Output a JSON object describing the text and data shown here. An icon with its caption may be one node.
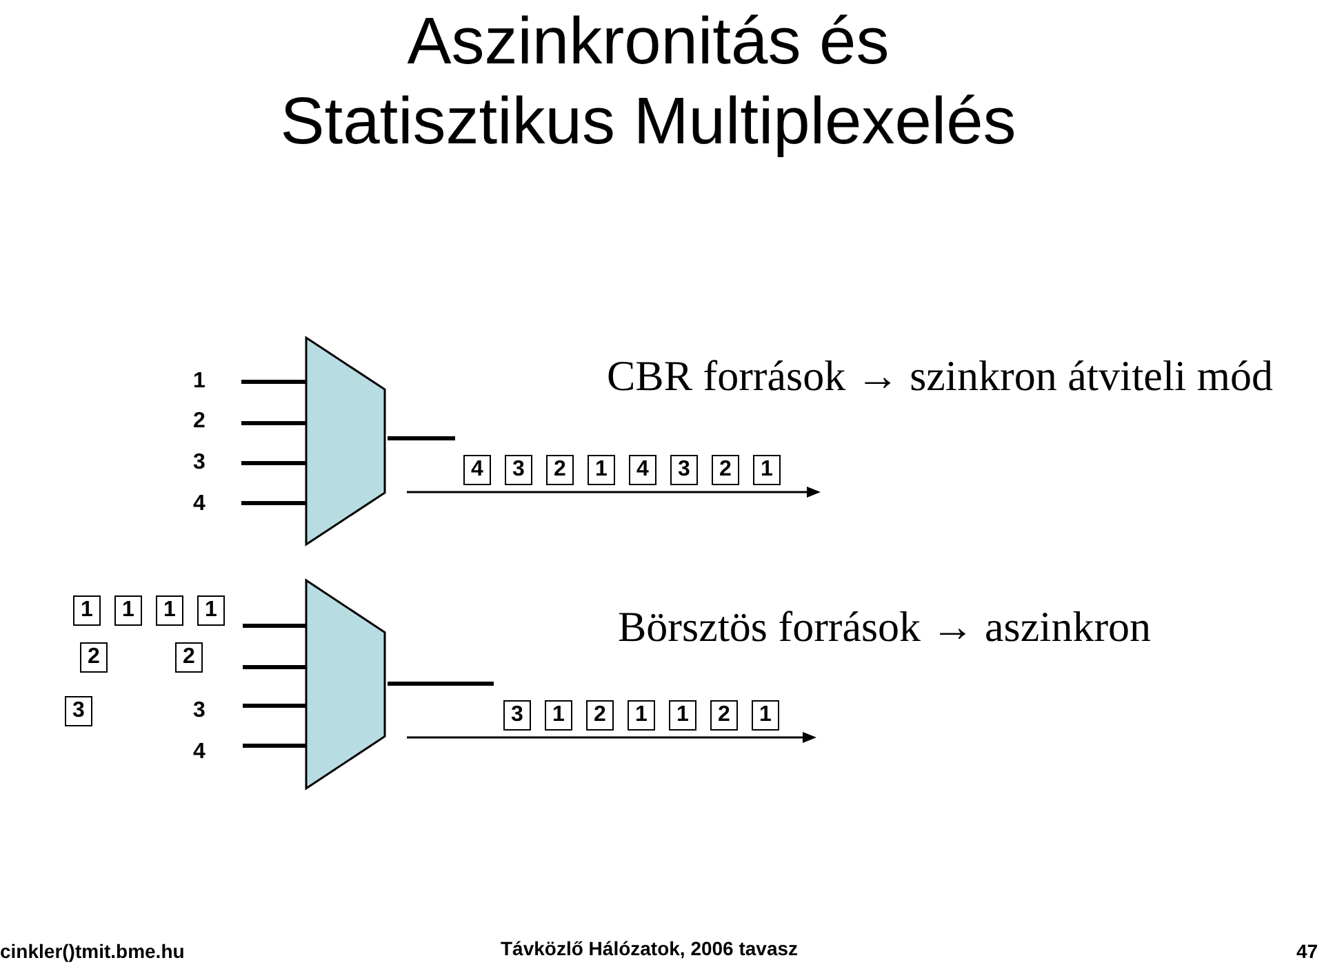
{
  "diagram": {
    "title": "Aszinkronitás és Statisztikus Multiplexelés",
    "nodes": [
      {
        "text": [],
        "shape": "trapezoid"
      },
      {
        "text": [
          "4"
        ]
      },
      {
        "text": [
          "3"
        ]
      },
      {
        "text": [
          "2"
        ]
      },
      {
        "text": [
          "1"
        ]
      },
      {
        "text": [
          "4"
        ]
      },
      {
        "text": [
          "3"
        ]
      },
      {
        "text": [
          "2"
        ]
      },
      {
        "text": [
          "1"
        ]
      },
      {
        "text": [
          "1"
        ]
      },
      {
        "text": [
          "1"
        ]
      },
      {
        "text": [
          "1"
        ]
      },
      {
        "text": [
          "1"
        ]
      },
      {
        "text": [
          "2"
        ]
      },
      {
        "text": [
          "2"
        ]
      },
      {
        "text": [
          "3"
        ]
      },
      {
        "text": [],
        "shape": "trapezoid"
      },
      {
        "text": [
          "3"
        ]
      },
      {
        "text": [
          "1"
        ]
      },
      {
        "text": [
          "2"
        ]
      },
      {
        "text": [
          "1"
        ]
      },
      {
        "text": [
          "1"
        ]
      },
      {
        "text": [
          "2"
        ]
      },
      {
        "text": [
          "1"
        ]
      }
    ],
    "edges": [
      {
        "from": null,
        "to": 0,
        "arrow": "none"
      },
      {
        "from": null,
        "to": 0,
        "arrow": "none"
      },
      {
        "from": null,
        "to": 0,
        "arrow": "none"
      },
      {
        "from": null,
        "to": 0,
        "arrow": "none"
      },
      {
        "from": 0,
        "to": null,
        "arrow": "none"
      },
      {
        "from": null,
        "to": 16,
        "arrow": "none"
      },
      {
        "from": null,
        "to": 16,
        "arrow": "none"
      },
      {
        "from": null,
        "to": 16,
        "arrow": "none"
      },
      {
        "from": null,
        "to": 16,
        "arrow": "none"
      },
      {
        "from": 16,
        "to": null,
        "arrow": "none"
      }
    ],
    "labels": [
      "1",
      "2",
      "3",
      "4",
      "CBR források → szinkron átviteli mód",
      "Börsztös források → aszinkron",
      "3",
      "4",
      "cinkler()tmit.bme.hu",
      "Távközlő Hálózatok, 2006 tavasz",
      "47"
    ]
  }
}
